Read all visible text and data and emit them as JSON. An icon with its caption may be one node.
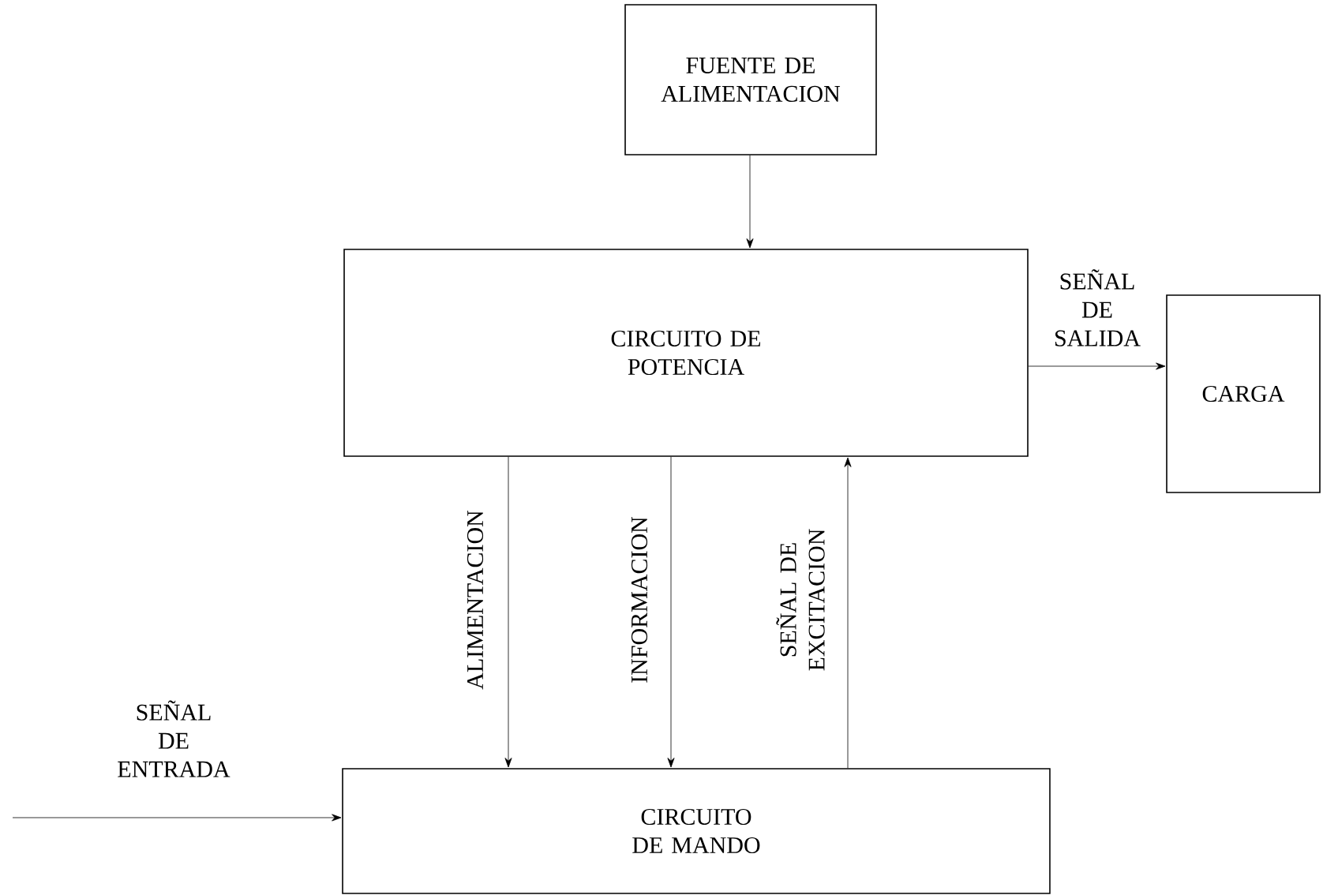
{
  "diagram": {
    "nodes": [
      {
        "text": [
          "FUENTE DE ALIMENTACION"
        ]
      },
      {
        "text": [
          "CIRCUITO DE POTENCIA"
        ]
      },
      {
        "text": [
          "CARGA"
        ]
      },
      {
        "text": [
          "CIRCUITO DE MANDO"
        ]
      }
    ],
    "edges": [
      {
        "from": 0,
        "to": 1,
        "arrow": "to"
      },
      {
        "from": 1,
        "to": 2,
        "arrow": "to",
        "label": "SEÑAL DE SALIDA"
      },
      {
        "from": 1,
        "to": 3,
        "arrow": "to",
        "label": "ALIMENTACION"
      },
      {
        "from": 1,
        "to": 3,
        "arrow": "to",
        "label": "INFORMACION"
      },
      {
        "from": 3,
        "to": 1,
        "arrow": "to",
        "label": "SEÑAL DE EXCITACION"
      },
      {
        "from": null,
        "to": 3,
        "arrow": "to",
        "label": "SEÑAL DE ENTRADA"
      }
    ]
  }
}
